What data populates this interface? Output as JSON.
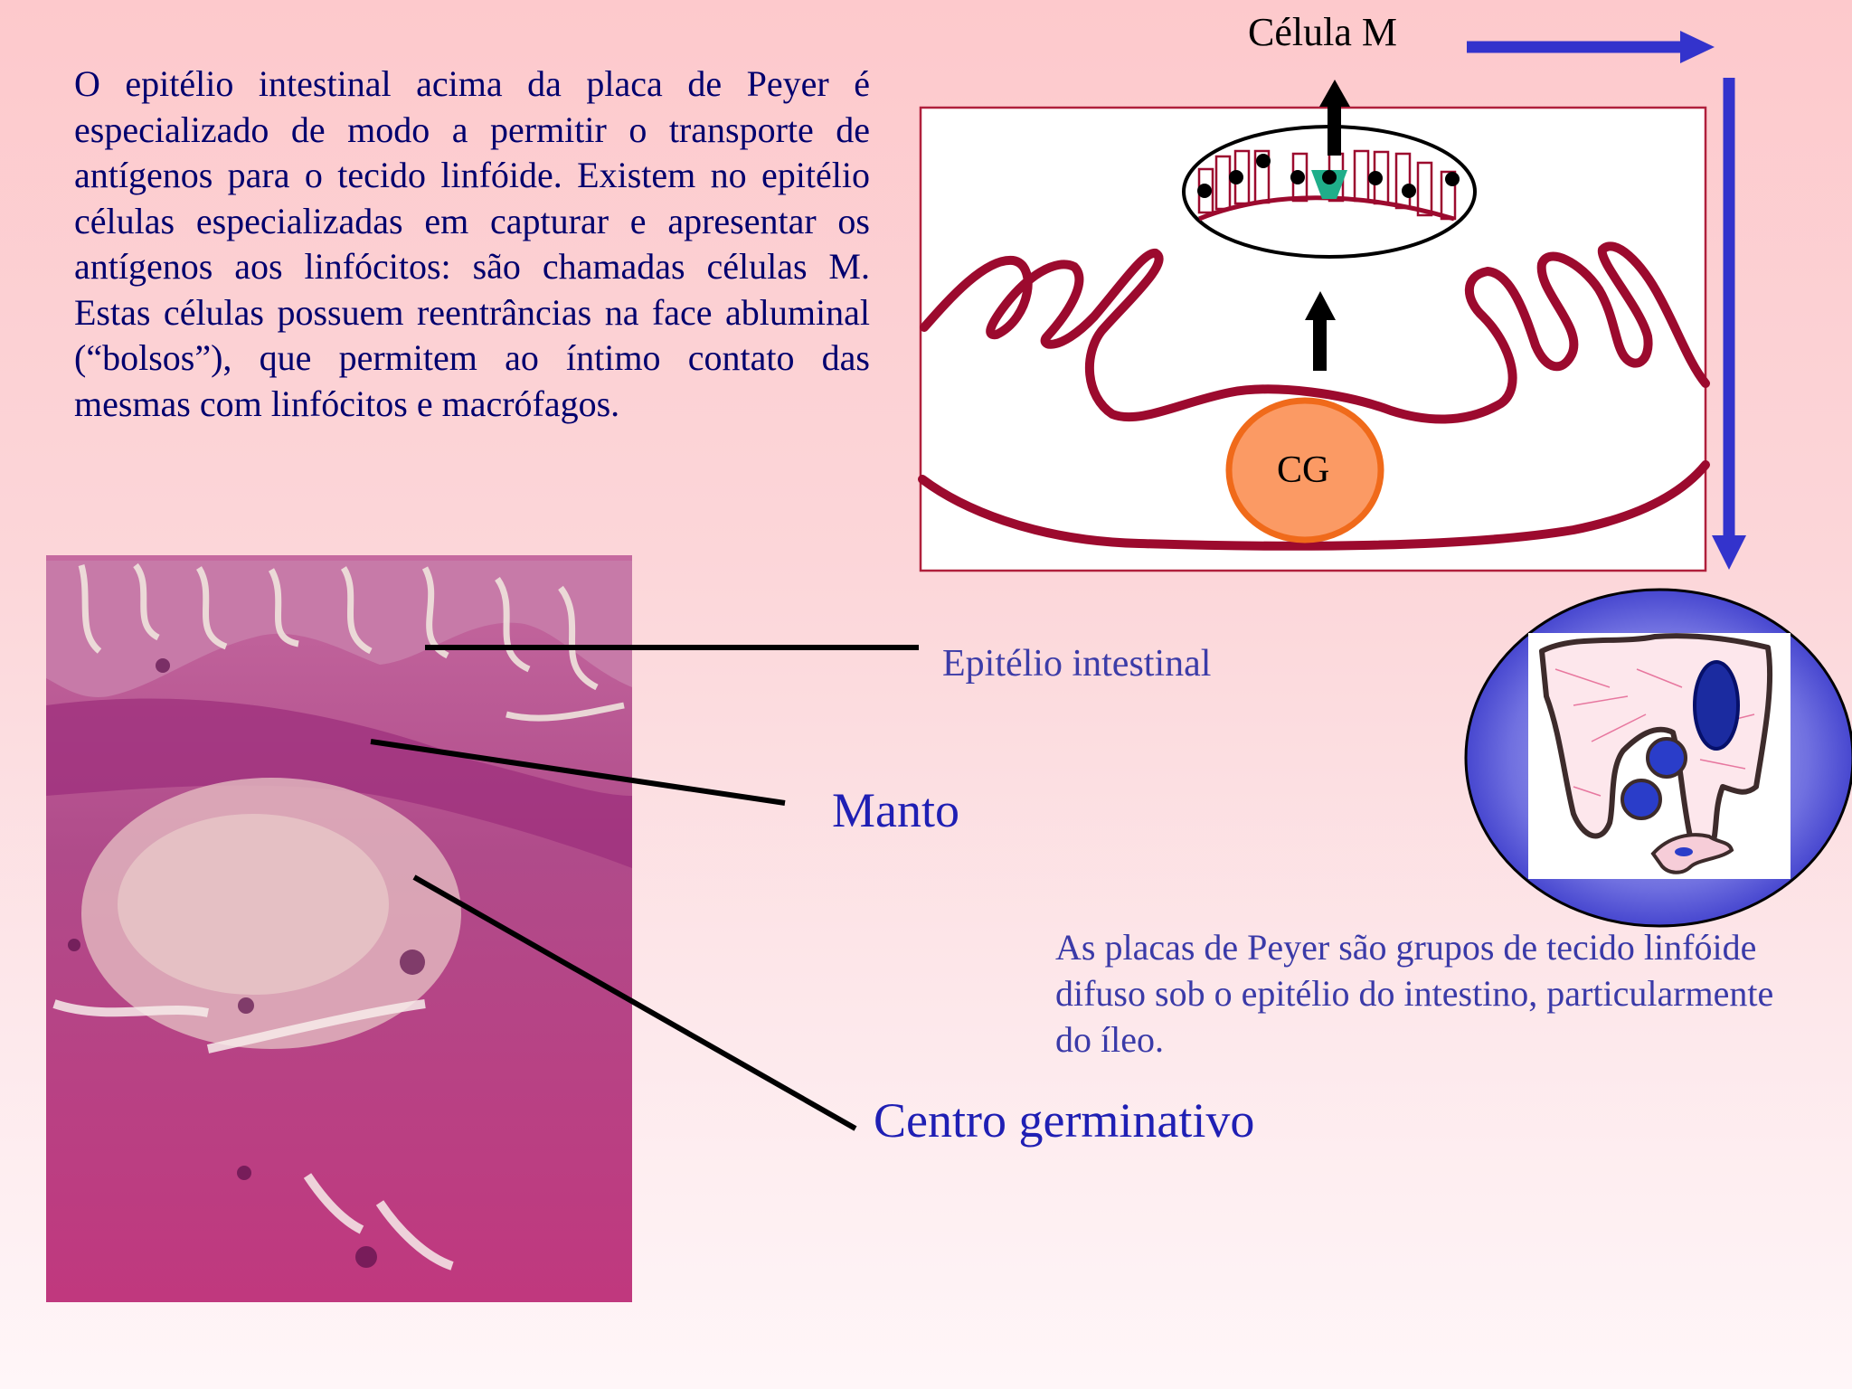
{
  "intro_text": "O epitélio intestinal acima da placa de Peyer é especializado de modo a permitir o transporte de antígenos para o tecido linfóide. Existem no epitélio células especializadas em capturar e apresentar os antígenos aos linfócitos: são chamadas células M. Estas células possuem reentrâncias na face abluminal (“bolsos”), que permitem ao íntimo contato das mesmas com linfócitos e macrófagos.",
  "diagram": {
    "cell_m_label": "Célula M",
    "cg_label": "CG"
  },
  "labels": {
    "epithelium": "Epitélio intestinal",
    "mantle": "Manto",
    "germinal_center": "Centro germinativo"
  },
  "peyer_text": "As placas de Peyer são grupos de tecido linfóide difuso sob o epitélio do intestino, particularmente do íleo.",
  "colors": {
    "epithelium_line": "#9c0a2e",
    "arrow_blue": "#3333cc",
    "cg_fill": "#fb9a64",
    "cg_stroke": "#f06a1a",
    "m_cell": "#1fae8a",
    "label_blue": "#1f1fb4"
  }
}
